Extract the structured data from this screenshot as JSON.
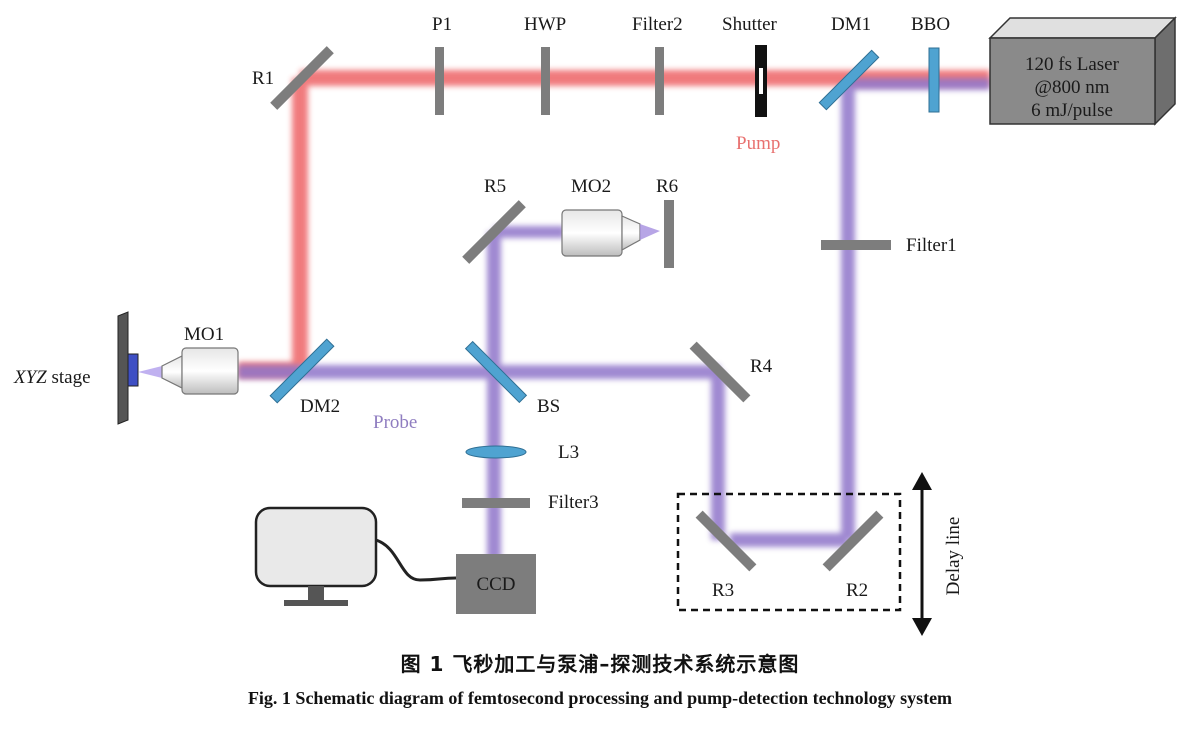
{
  "labels": {
    "p1": "P1",
    "hwp": "HWP",
    "filter2": "Filter2",
    "shutter": "Shutter",
    "dm1": "DM1",
    "bbo": "BBO",
    "r1": "R1",
    "pump": "Pump",
    "r5": "R5",
    "mo2": "MO2",
    "r6": "R6",
    "filter1": "Filter1",
    "mo1": "MO1",
    "stage_italic": "XYZ",
    "stage_rest": " stage",
    "dm2": "DM2",
    "bs": "BS",
    "r4": "R4",
    "probe": "Probe",
    "l3": "L3",
    "filter3": "Filter3",
    "ccd": "CCD",
    "r3": "R3",
    "r2": "R2",
    "delay_line": "Delay line"
  },
  "laser": {
    "line1": "120 fs Laser",
    "line2": "@800 nm",
    "line3": "6 mJ/pulse"
  },
  "caption": {
    "cn": "图 1   飞秒加工与泵浦–探测技术系统示意图",
    "en": "Fig. 1    Schematic diagram of femtosecond processing and pump-detection technology system"
  },
  "colors": {
    "pump_beam": "#ee6466",
    "probe_beam": "#8f75c9",
    "mirror_gray": "#7d7d7d",
    "dichroic_blue": "#4fa3d1"
  }
}
